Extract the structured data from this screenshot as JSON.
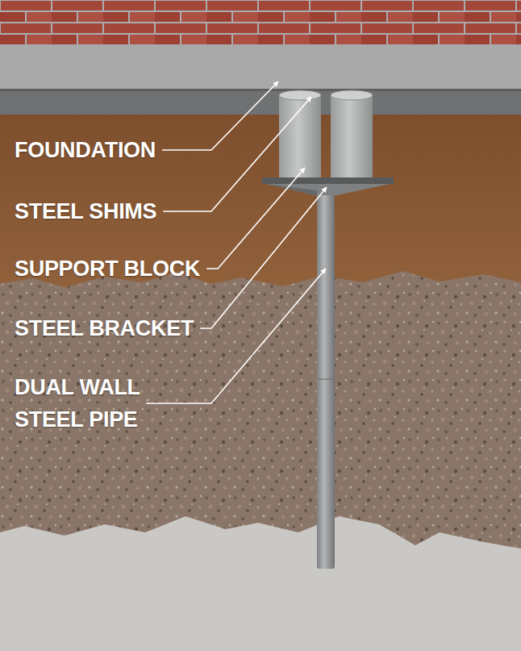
{
  "diagram": {
    "labels": [
      "FOUNDATION",
      "STEEL SHIMS",
      "SUPPORT BLOCK",
      "STEEL BRACKET",
      "DUAL WALL STEEL PIPE"
    ]
  }
}
